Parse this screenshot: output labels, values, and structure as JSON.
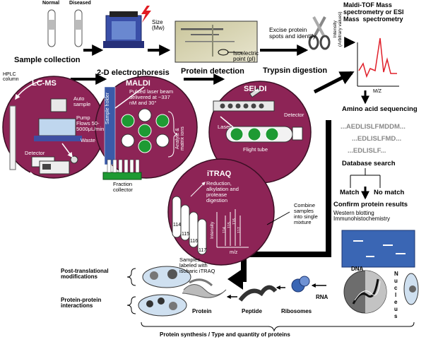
{
  "colors": {
    "circle_fill": "#8d2456",
    "circle_stroke": "#3b0f24",
    "green": "#1e9a33",
    "spectrum_red": "#e0202a",
    "gel_blue": "#3a66b4",
    "arrow": "#000000"
  },
  "workflow": {
    "normal": "Normal",
    "diseased": "Diseased",
    "sample_collection": "Sample collection",
    "electrophoresis": "2-D electrophoresis",
    "size": "Size\n(Mw)",
    "protein_detection": "Protein detection",
    "isoelectric": "Isoelectric\npoint (pI)",
    "excise": "Excise protein\nspots and identify",
    "trypsin": "Trypsin digestion",
    "ms_title": "Maldi-TOF Mass\nspectrometry or ESI\nMass  spectrometry",
    "intensity_axis": "Intensity\n(Arbitrary values)",
    "mz_axis": "M/Z"
  },
  "lcms": {
    "title": "LC-MS",
    "hplc": "HPLC\ncolumn",
    "auto_sample": "Auto\nsample",
    "pump": "Pump\nFlows 50-\n5000μL/min",
    "waste": "Waste",
    "detector": "Detector"
  },
  "maldi": {
    "title": "MALDI",
    "laser": "Pulsed laser beam\ndelivered at ~337\nnM and 30°",
    "sample_holder": "Sample holder",
    "analyte": "Analyte &\nmatrix ions",
    "fraction": "Fraction\ncollector"
  },
  "seldi": {
    "title": "SELDI",
    "detector": "Detector",
    "laser": "Laser",
    "flight_tube": "Flight tube"
  },
  "itraq": {
    "title": "iTRAQ",
    "reduction": "Reduction,\nalkylation and\nprotease\ndigestion",
    "tubes": [
      "114",
      "115",
      "116",
      "117"
    ],
    "peaks": [
      "114",
      "115",
      "116",
      "117"
    ],
    "intensity": "Intensity",
    "mz": "m/z",
    "combine": "Combine\nsamples\ninto single\nmixture",
    "labeled": "Samples\nlabeled with\nisobaric iTRAQ"
  },
  "right": {
    "aa_seq": "Amino acid sequencing",
    "seq1": "...AEDLISLFMDDM...",
    "seq2": "...EDLISLFMD...",
    "seq3": "...EDLISLF...",
    "db_search": "Database search",
    "match": "Match",
    "no_match": "No match",
    "confirm": "Confirm protein results",
    "confirm_sub": "Western blotting\nImmunohistochemistry"
  },
  "bottom": {
    "ptm": "Post-translational\nmodifications",
    "ppi": "Protein-protein\ninteractions",
    "protein": "Protein",
    "peptide": "Peptide",
    "ribosomes": "Ribosomes",
    "rna": "RNA",
    "dna": "DNA",
    "nucleus": [
      "N",
      "u",
      "c",
      "l",
      "e",
      "u",
      "s"
    ],
    "synthesis": "Protein synthesis / Type and quantity of proteins"
  }
}
